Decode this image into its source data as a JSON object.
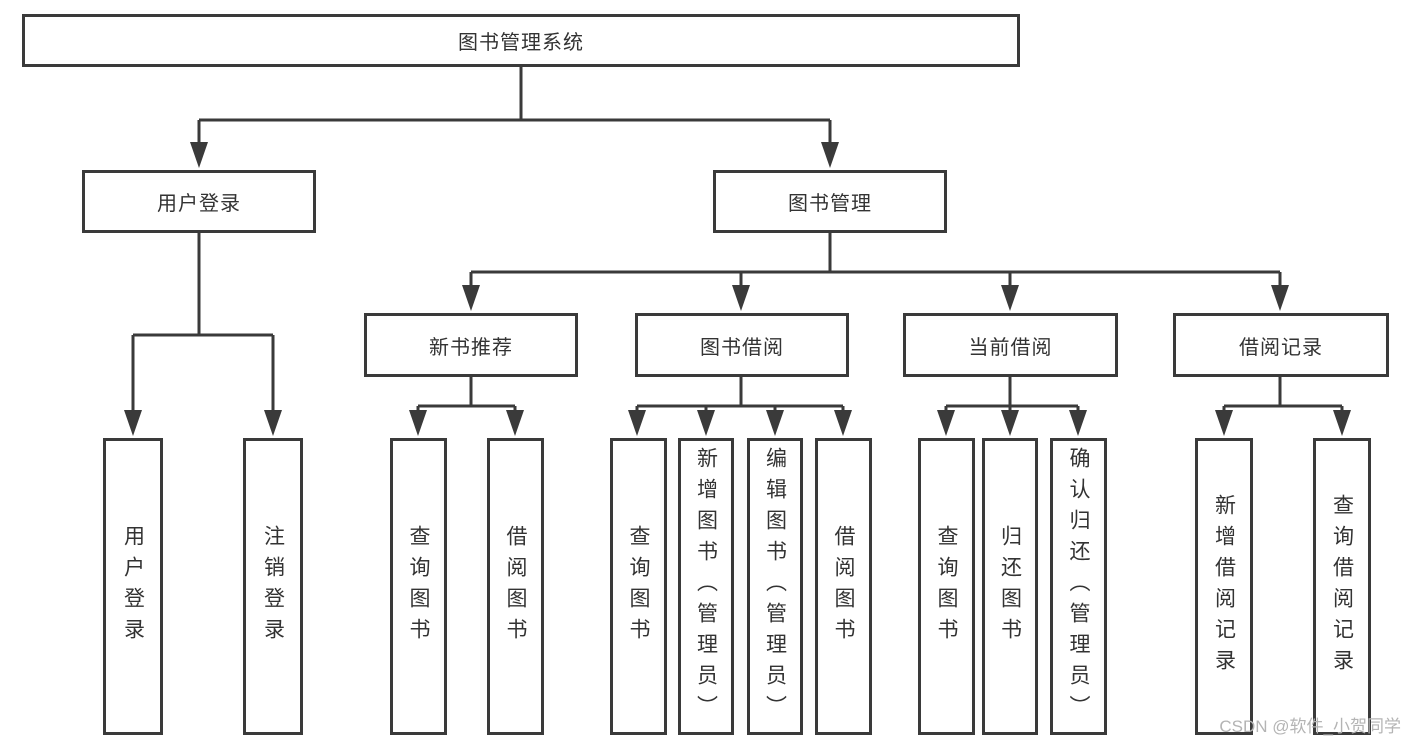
{
  "tree": {
    "label": "图书管理系统",
    "children": [
      {
        "label": "用户登录",
        "children": [
          {
            "label": "用户登录"
          },
          {
            "label": "注销登录"
          }
        ]
      },
      {
        "label": "图书管理",
        "children": [
          {
            "label": "新书推荐",
            "children": [
              {
                "label": "查询图书"
              },
              {
                "label": "借阅图书"
              }
            ]
          },
          {
            "label": "图书借阅",
            "children": [
              {
                "label": "查询图书"
              },
              {
                "label": "新增图书（管理员）"
              },
              {
                "label": "编辑图书（管理员）"
              },
              {
                "label": "借阅图书"
              }
            ]
          },
          {
            "label": "当前借阅",
            "children": [
              {
                "label": "查询图书"
              },
              {
                "label": "归还图书"
              },
              {
                "label": "确认归还（管理员）"
              }
            ]
          },
          {
            "label": "借阅记录",
            "children": [
              {
                "label": "新增借阅记录"
              },
              {
                "label": "查询借阅记录"
              }
            ]
          }
        ]
      }
    ]
  },
  "watermark": {
    "text": "CSDN @软件_小贺同学"
  },
  "colors": {
    "line": "#3a3a3a",
    "text": "#333333",
    "watermark": "#b4b4b4",
    "background": "#ffffff"
  }
}
